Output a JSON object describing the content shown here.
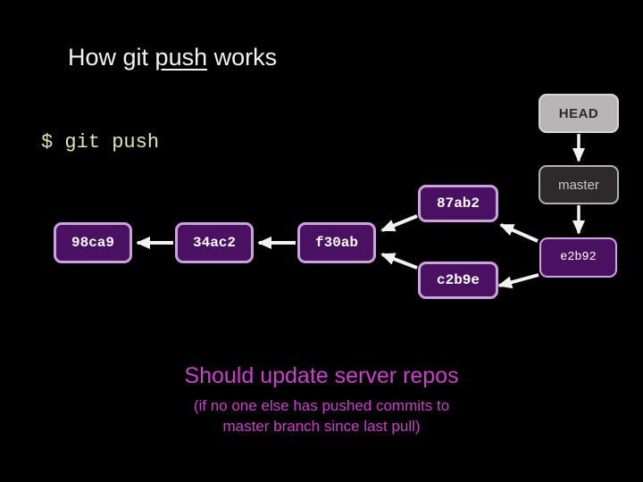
{
  "title": {
    "prefix": "How git ",
    "emphasis": "push",
    "suffix": " works"
  },
  "terminal": {
    "command": "$ git push"
  },
  "diagram": {
    "head_label": "HEAD",
    "master_label": "master",
    "commits": {
      "c98ca9": "98ca9",
      "c34ac2": "34ac2",
      "cf30ab": "f30ab",
      "c87ab2": "87ab2",
      "cc2b9e": "c2b9e",
      "ce2b92": "e2b92"
    },
    "edges": [
      {
        "from": "34ac2",
        "to": "98ca9"
      },
      {
        "from": "f30ab",
        "to": "34ac2"
      },
      {
        "from": "87ab2",
        "to": "f30ab"
      },
      {
        "from": "c2b9e",
        "to": "f30ab"
      },
      {
        "from": "e2b92",
        "to": "87ab2"
      },
      {
        "from": "e2b92",
        "to": "c2b9e"
      },
      {
        "from": "HEAD",
        "to": "master"
      },
      {
        "from": "master",
        "to": "e2b92"
      }
    ]
  },
  "caption": {
    "heading": "Should update server repos",
    "subtext_line1": "(if no one else has pushed commits to",
    "subtext_line2": "master branch since last pull)"
  },
  "colors": {
    "background": "#000000",
    "commit_fill": "#4a1163",
    "commit_border": "#c9a3d9",
    "head_fill": "#b7b5b6",
    "master_fill": "#2e2a2c",
    "arrow": "#f2f2f2",
    "terminal_text": "#e5e5a9",
    "caption_text": "#cc3ecc",
    "title_text": "#f2f2f2"
  }
}
